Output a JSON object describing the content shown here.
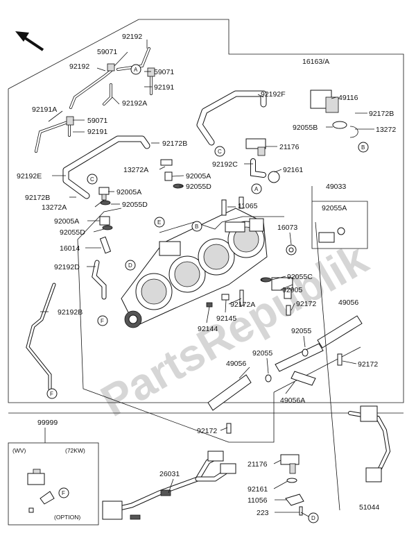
{
  "watermark": "PartsRepublik",
  "labels": {
    "p92192_top": "92192",
    "p59071_a": "59071",
    "p92192_b": "92192",
    "p59071_b": "59071",
    "p92191_a": "92191",
    "p92192A": "92192A",
    "p92191A": "92191A",
    "p59071_c": "59071",
    "p92191_b": "92191",
    "p16163A": "16163/A",
    "p92192F": "92192F",
    "p49116": "49116",
    "p92172B_r": "92172B",
    "p92055B": "92055B",
    "p13272": "13272",
    "p92172B_m": "92172B",
    "p21176": "21176",
    "p13272A_m": "13272A",
    "p92005A_m": "92005A",
    "p92192C": "92192C",
    "p92161": "92161",
    "p92192E": "92192E",
    "p92055D_m": "92055D",
    "p49033": "49033",
    "p92005A_l": "92005A",
    "p92172B_l": "92172B",
    "p13272A_l": "13272A",
    "p92055D_l": "92055D",
    "p11065": "11065",
    "p92055A": "92055A",
    "p92005A_l2": "92005A",
    "p92055D_l2": "92055D",
    "p16073": "16073",
    "p16014": "16014",
    "p92192D": "92192D",
    "p92055C": "92055C",
    "p92005": "92005",
    "p92172A": "92172A",
    "p92172_a": "92172",
    "p49056_r": "49056",
    "p92192B": "92192B",
    "p92145": "92145",
    "p92144": "92144",
    "p92055_a": "92055",
    "p92055_b": "92055",
    "p49056_l": "49056",
    "p92172_b": "92172",
    "p49056A": "49056A",
    "p92172_c": "92172",
    "p99999": "99999",
    "p26031": "26031",
    "p21176_b": "21176",
    "p92161_b": "92161",
    "p11056": "11056",
    "p223": "223",
    "p51044": "51044",
    "inset_wv": "(WV)",
    "inset_72kw": "(72KW)",
    "inset_option": "(OPTION)"
  },
  "refs": {
    "a1": "A",
    "a2": "A",
    "b1": "B",
    "b2": "B",
    "c1": "C",
    "c2": "C",
    "d1": "D",
    "d2": "D",
    "e1": "E",
    "f1": "F",
    "f2": "F",
    "f3": "F"
  }
}
